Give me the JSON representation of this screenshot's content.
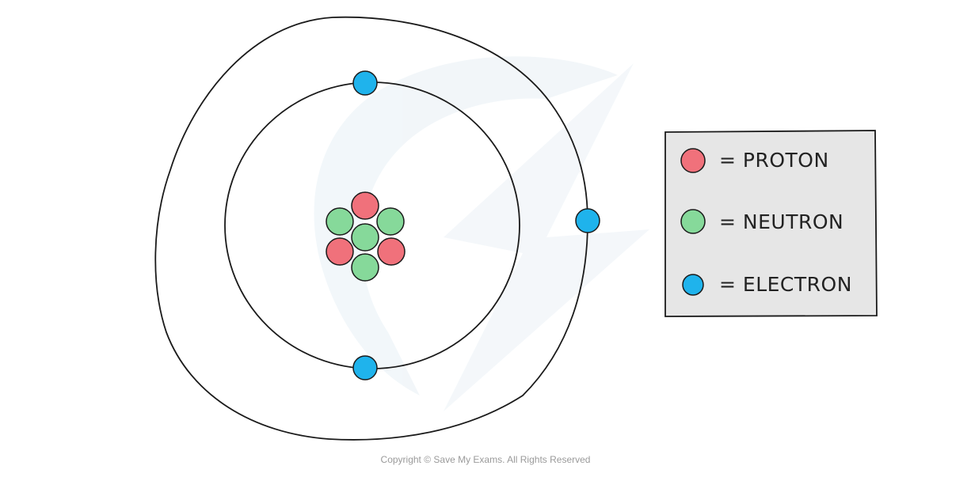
{
  "colors": {
    "proton": "#f0717b",
    "neutron": "#86d99a",
    "electron": "#1fb3ec",
    "legend_bg": "#e6e6e6",
    "outline": "#1a1a1a",
    "watermark": "#eef4f8"
  },
  "nucleus": {
    "protons": 3,
    "neutrons": 4
  },
  "shells": [
    {
      "electrons": 2
    },
    {
      "electrons": 1
    }
  ],
  "legend": {
    "items": [
      {
        "particle": "proton",
        "label": "= PROTON"
      },
      {
        "particle": "neutron",
        "label": "= NEUTRON"
      },
      {
        "particle": "electron",
        "label": "= ELECTRON"
      }
    ]
  },
  "copyright": "Copyright © Save My Exams. All Rights Reserved"
}
